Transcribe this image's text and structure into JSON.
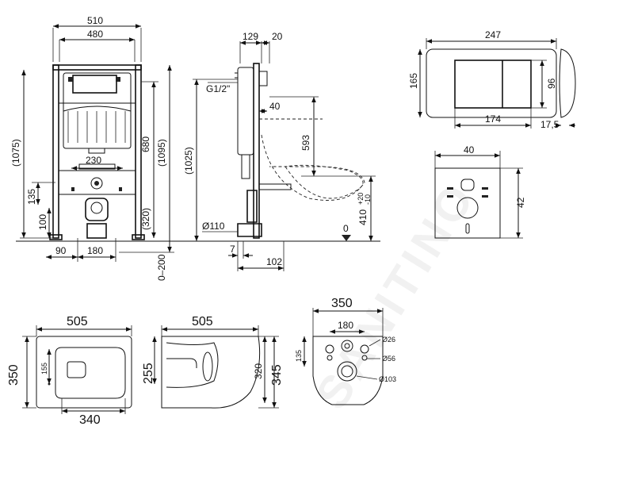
{
  "frame": {
    "outer_width": "510",
    "inner_width": "480",
    "left_total_height": "(1075)",
    "right_total_height": "(1095)",
    "mid_height": "680",
    "outlet_spacing": "230",
    "height_135": "135",
    "height_100": "100",
    "height_320": "(320)",
    "bottom_90": "90",
    "bottom_180": "180",
    "adjust_range": "0–200"
  },
  "side": {
    "top_129": "129",
    "top_20": "20",
    "thread": "G1/2\"",
    "depth_40": "40",
    "height_593": "593",
    "height_1025": "(1025)",
    "pipe_dia": "Ø110",
    "seat_height": "410",
    "seat_tol_plus": "+20",
    "seat_tol_minus": "-10",
    "zero_mark": "0",
    "offset_7": "7",
    "offset_102": "102"
  },
  "plate": {
    "width": "247",
    "height": "165",
    "buttons_width": "174",
    "buttons_height": "96",
    "thickness": "17,5"
  },
  "gasket": {
    "width": "40",
    "height": "42"
  },
  "bowl_top": {
    "length": "505",
    "width": "350",
    "seat_length": "340",
    "dim_155": "155"
  },
  "bowl_side": {
    "length": "505",
    "height_back": "255",
    "height_320": "320",
    "height_front": "345"
  },
  "bowl_back": {
    "width": "350",
    "bolt_spacing": "180",
    "height_135": "135",
    "d26": "Ø26",
    "d56": "Ø56",
    "d103": "Ø103"
  },
  "watermark": "SANITINO"
}
